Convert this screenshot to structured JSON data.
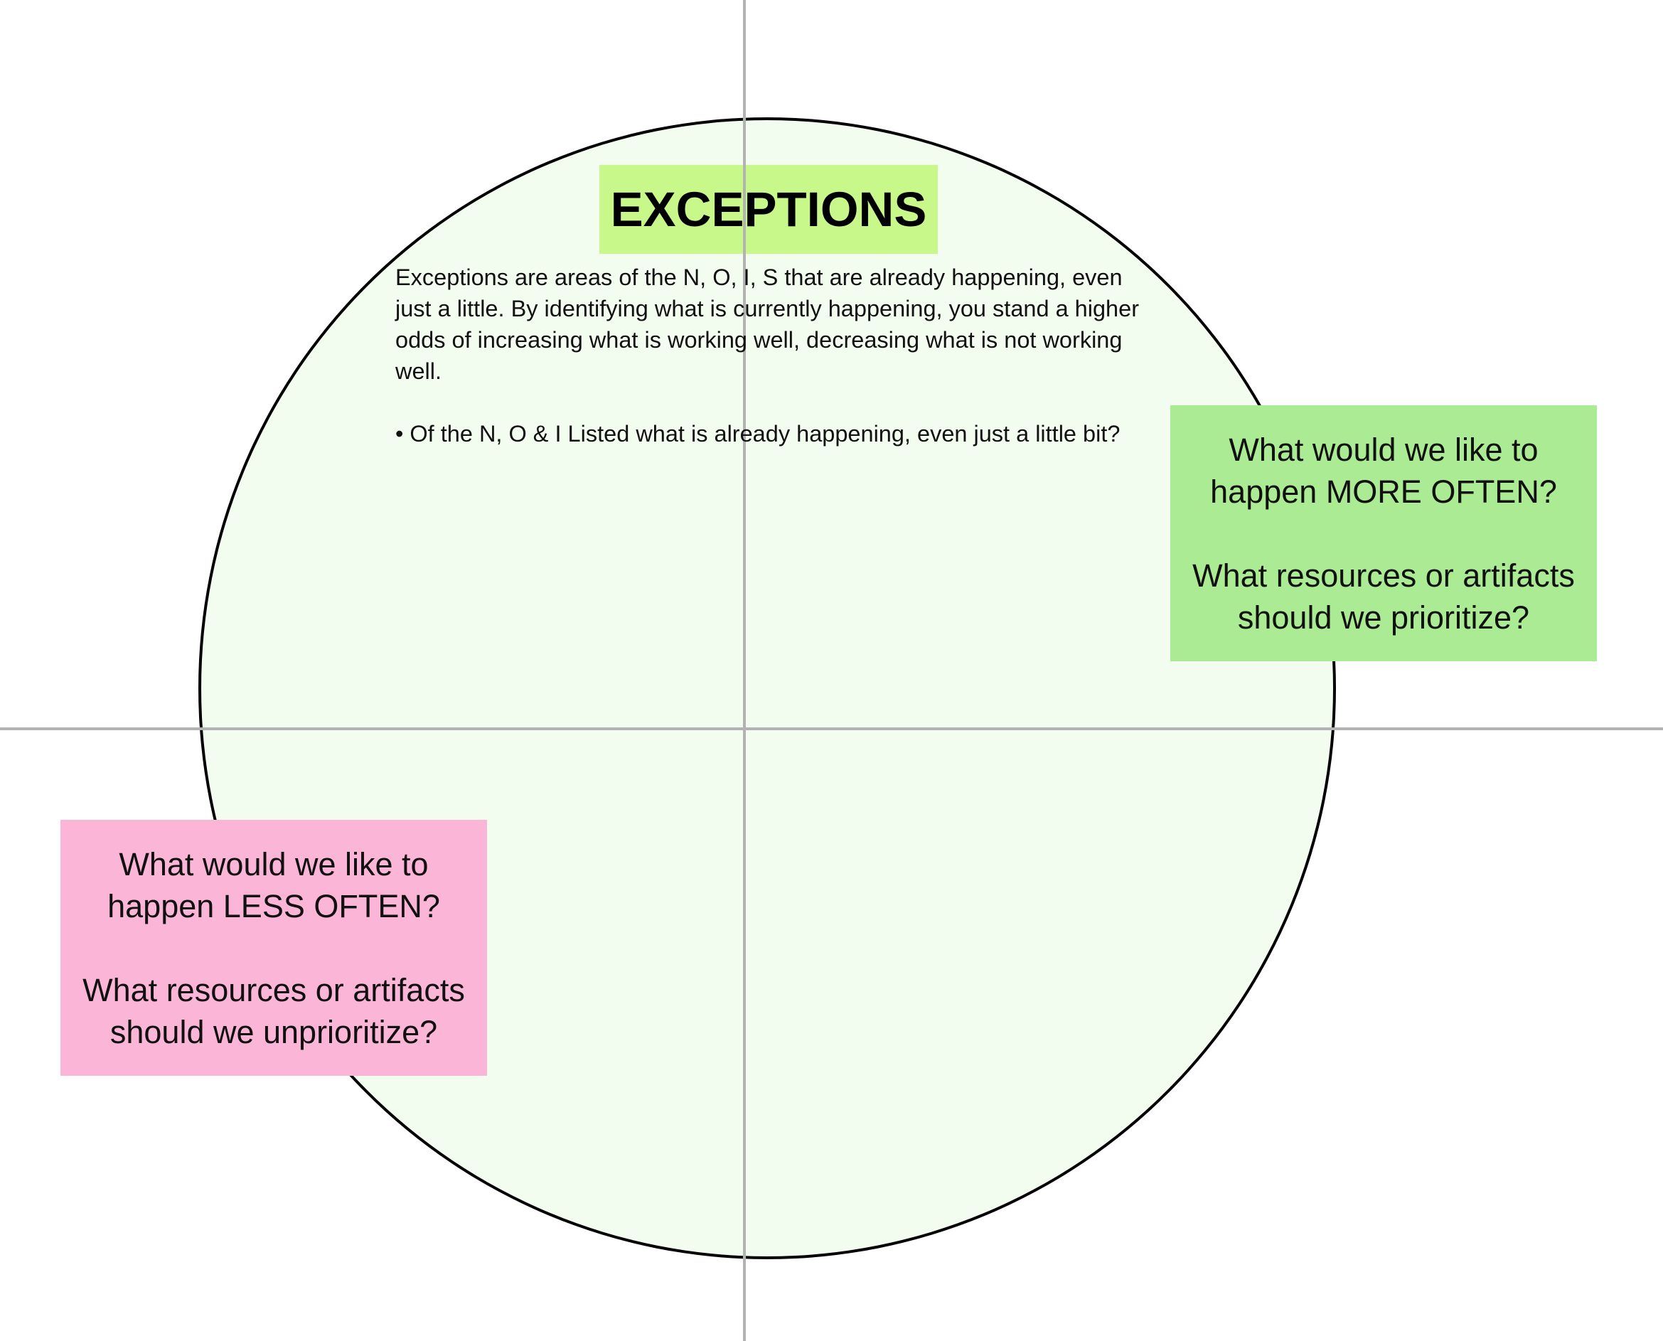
{
  "title": "EXCEPTIONS",
  "description": {
    "paragraph": "Exceptions are areas of the N, O, I, S that are already happening, even just a little. By identifying what is currently happening, you stand a higher odds of increasing what is working well, decreasing what is not working well.",
    "bullet": "• Of the N, O & I Listed what is already happening, even just a little bit?"
  },
  "notes": {
    "more_often": {
      "question": "What would we like to\nhappen MORE OFTEN?",
      "followup": "What resources or artifacts\nshould we prioritize?"
    },
    "less_often": {
      "question": "What would we like to\nhappen LESS OFTEN?",
      "followup": "What resources or artifacts\nshould we unprioritize?"
    }
  },
  "colors": {
    "circle_fill": "#f3fdef",
    "title_note": "#c8f78a",
    "more_often_note": "#abeb93",
    "less_often_note": "#fbb5d6",
    "axis": "#b3b3b3"
  }
}
